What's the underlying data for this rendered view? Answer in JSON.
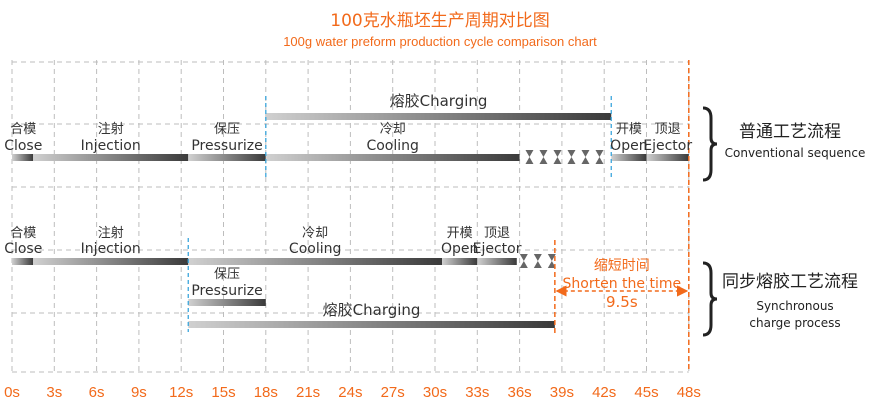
{
  "title_zh": "100克水瓶坯生产周期对比图",
  "title_en": "100g water preform production cycle comparison chart",
  "x_ticks": [
    "0s",
    "3s",
    "6s",
    "9s",
    "12s",
    "15s",
    "18s",
    "21s",
    "24s",
    "27s",
    "30s",
    "33s",
    "36s",
    "39s",
    "42s",
    "45s",
    "48s"
  ],
  "conventional": {
    "label_zh": "普通工艺流程",
    "label_en": "Conventional sequence",
    "steps": [
      {
        "zh": "合模",
        "en": "Close",
        "start": 0,
        "end": 1.5
      },
      {
        "zh": "注射",
        "en": "Injection",
        "start": 1.5,
        "end": 12.5
      },
      {
        "zh": "保压",
        "en": "Pressurize",
        "start": 12.5,
        "end": 18
      },
      {
        "zh": "冷却",
        "en": "Cooling",
        "start": 18,
        "end": 36
      },
      {
        "zh": "开模",
        "en": "Open",
        "start": 42.5,
        "end": 45
      },
      {
        "zh": "顶退",
        "en": "Ejector",
        "start": 45,
        "end": 48
      }
    ],
    "charging": {
      "label": "熔胶Charging",
      "start": 18,
      "end": 42.5
    }
  },
  "synchronous": {
    "label_zh": "同步熔胶工艺流程",
    "label_en_1": "Synchronous",
    "label_en_2": "charge process",
    "steps": [
      {
        "zh": "合模",
        "en": "Close",
        "start": 0,
        "end": 1.5
      },
      {
        "zh": "注射",
        "en": "Injection",
        "start": 1.5,
        "end": 12.5
      },
      {
        "zh": "冷却",
        "en": "Cooling",
        "start": 12.5,
        "end": 30.5
      },
      {
        "zh": "开模",
        "en": "Open",
        "start": 30.5,
        "end": 33
      },
      {
        "zh": "顶退",
        "en": "Ejector",
        "start": 33,
        "end": 35.8
      }
    ],
    "pressurize": {
      "zh": "保压",
      "en": "Pressurize",
      "start": 12.5,
      "end": 18
    },
    "charging": {
      "label": "熔胶Charging",
      "start": 12.5,
      "end": 38.5
    }
  },
  "shorten": {
    "zh": "缩短时间",
    "en": "Shorten the time",
    "value": "9.5s",
    "start": 38.5,
    "end": 48
  },
  "colors": {
    "accent": "#f26a1b",
    "blue": "#3aa6dc",
    "grid": "#bdbdbd",
    "bar_dark": "#3a3a3a",
    "bar_light": "#cfcfcf"
  }
}
